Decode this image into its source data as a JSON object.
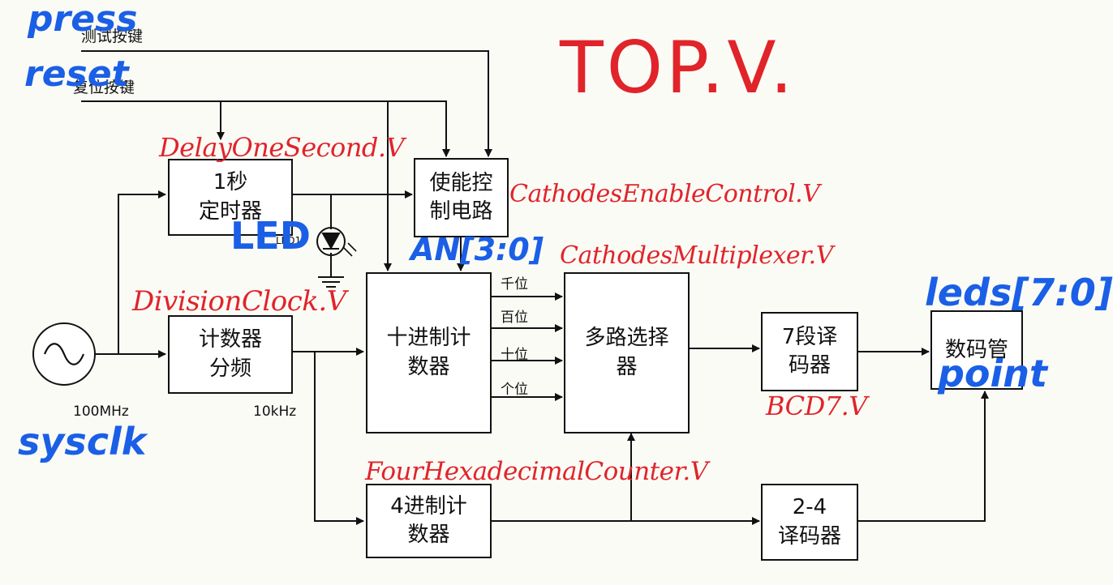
{
  "colors": {
    "annotation_red": "#e0242a",
    "annotation_blue": "#1a5fe6",
    "line": "#111111"
  },
  "inputs": {
    "test_key": "测试按键",
    "reset_key": "复位按键"
  },
  "blocks": {
    "timer": "1秒\n定时器",
    "enable": "使能控\n制电路",
    "counter_div": "计数器\n分频",
    "decimal_counter": "十进制计\n数器",
    "mux": "多路选择\n器",
    "bcd7": "7段译\n码器",
    "display": "数码管",
    "counter4": "4进制计\n数器",
    "decoder24": "2-4\n译码器"
  },
  "digit_labels": {
    "thousands": "千位",
    "hundreds": "百位",
    "tens": "十位",
    "ones": "个位"
  },
  "labels": {
    "freq_in": "100MHz",
    "freq_out": "10kHz",
    "led": "LED1"
  },
  "annotations_red": {
    "top": "TOP.V.",
    "delay": "DelayOneSecond.V",
    "enable": "CathodesEnableControl.V",
    "mux": "CathodesMultiplexer.V",
    "division": "DivisionClock.V",
    "bcd": "BCD7.V",
    "four": "FourHexadecimalCounter.V"
  },
  "annotations_blue": {
    "press": "press",
    "reset": "reset",
    "led": "LED",
    "an": "AN[3:0]",
    "leds": "leds[7:0]",
    "point": "point",
    "sysclk": "sysclk"
  }
}
